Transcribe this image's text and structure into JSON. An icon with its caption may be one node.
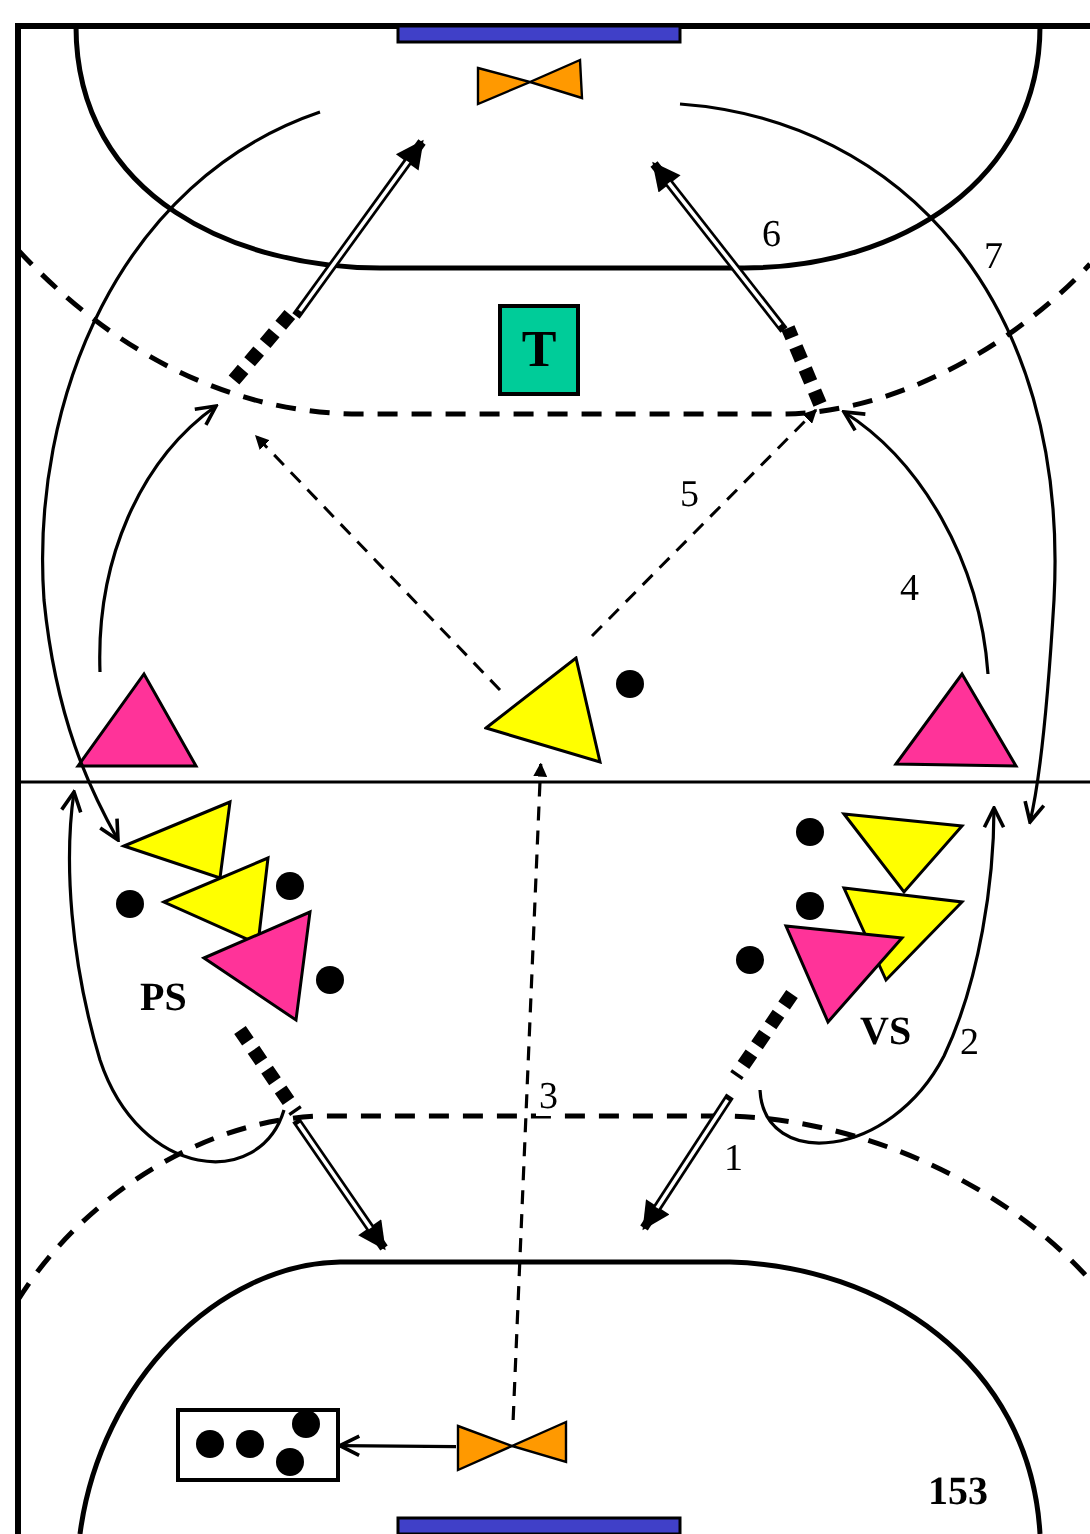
{
  "diagram": {
    "nodes": [
      {
        "text": [
          "T"
        ]
      },
      {
        "text": [],
        "shape": "triangle"
      },
      {
        "text": [],
        "shape": "bowtie"
      },
      {
        "text": [],
        "shape": "box"
      }
    ],
    "edges": [
      {
        "from": 2,
        "to": 1,
        "arrow": "to",
        "style": "dashed",
        "label": "3"
      },
      {
        "from": 2,
        "to": 3,
        "arrow": "to"
      }
    ],
    "labels": [
      "6",
      "7",
      "5",
      "4",
      "PS",
      "VS",
      "2",
      "1",
      "153"
    ]
  }
}
